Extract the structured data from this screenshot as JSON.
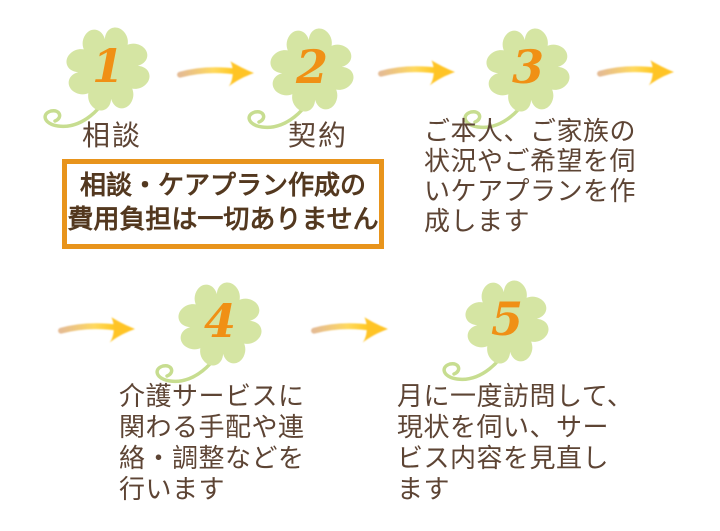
{
  "diagram_title": "care-plan-process-flow",
  "steps": [
    {
      "number": "1",
      "label": "相談",
      "lines": []
    },
    {
      "number": "2",
      "label": "契約",
      "lines": []
    },
    {
      "number": "3",
      "label": "",
      "lines": [
        "ご本人、ご家族の",
        "状況やご希望を伺",
        "いケアプランを作",
        "成します"
      ]
    },
    {
      "number": "4",
      "label": "",
      "lines": [
        "介護サービスに",
        "関わる手配や連",
        "絡・調整などを",
        "行います"
      ]
    },
    {
      "number": "5",
      "label": "",
      "lines": [
        "月に一度訪問して、",
        "現状を伺い、サー",
        "ビス内容を見直し",
        "ます"
      ]
    }
  ],
  "notice_box": {
    "lines": [
      "相談・ケアプラン作成の",
      "費用負担は一切ありません"
    ]
  },
  "icons": {
    "step_marker": "four-leaf-clover-icon",
    "connector": "brush-arrow-right-icon"
  },
  "colors": {
    "leaf_green": "#d5e5a3",
    "stem_green": "#c7dd90",
    "number_orange": "#f09015",
    "text_brown": "#5d4434",
    "notice_border_orange": "#e8941c",
    "notice_text_brown": "#53381f",
    "arrow_tail_tan": "#e0af80",
    "arrow_head_yellow": "#ffc426",
    "background": "#ffffff"
  }
}
